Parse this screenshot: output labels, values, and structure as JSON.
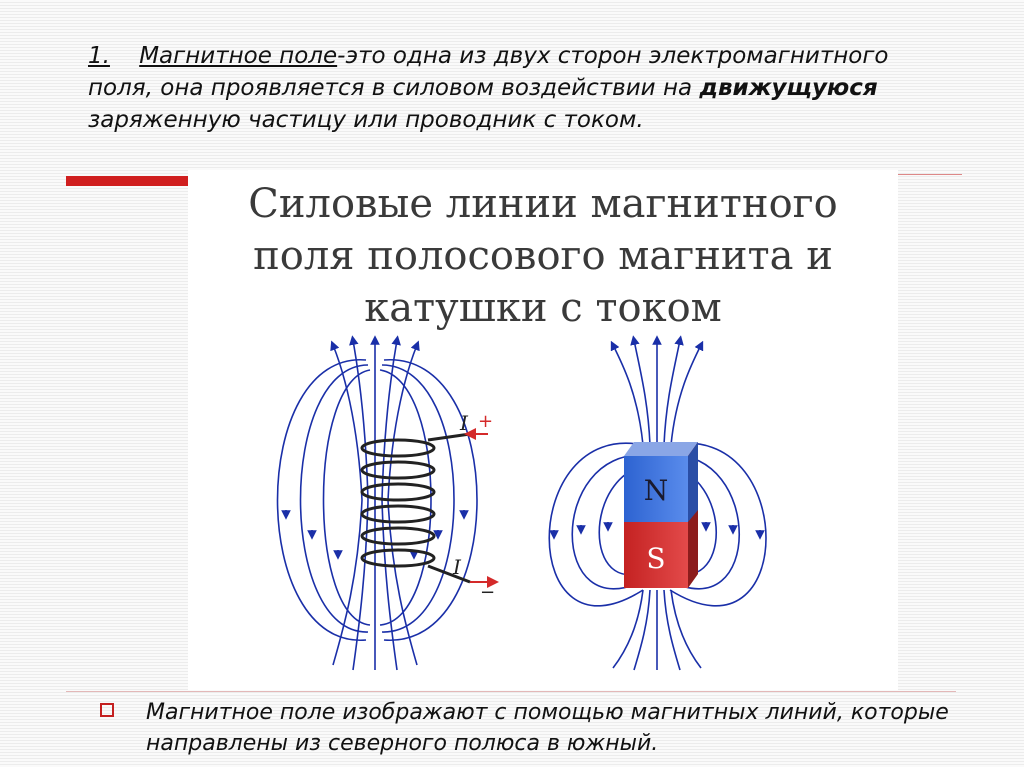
{
  "paragraph": {
    "number": "1.",
    "term": "Магнитное поле",
    "before_bold": "-это одна из двух сторон электромагнитного поля, она проявляется в силовом воздействии на ",
    "bold": "движущуюся",
    "after_bold": " заряженную частицу или проводник с током."
  },
  "figure": {
    "title_line1": "Силовые линии магнитного",
    "title_line2": "поля полосового магнита и",
    "title_line3": "катушки с током",
    "coil_current_top": "I",
    "coil_plus": "+",
    "coil_current_bottom": "I",
    "coil_minus": "−",
    "magnet_north": "N",
    "magnet_south": "S"
  },
  "bullet": {
    "text": "Магнитное поле изображают с помощью магнитных линий, которые направлены из северного полюса в южный."
  },
  "colors": {
    "accent_red": "#d01f1f",
    "field_line_blue": "#1a2fa8",
    "magnet_north": "#3a6fd8",
    "magnet_south": "#d42a2a"
  }
}
